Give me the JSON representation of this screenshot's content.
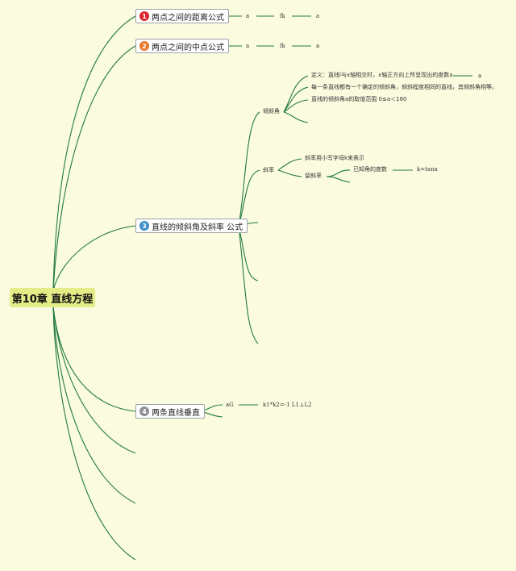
{
  "root": "第10章 直线方程",
  "topics": [
    {
      "num": "1",
      "label": "两点之间的距离公式",
      "color": "#d9282f",
      "chain": [
        "a",
        "fk",
        "a"
      ]
    },
    {
      "num": "2",
      "label": "两点之间的中点公式",
      "color": "#e8782a",
      "chain": [
        "a",
        "fk",
        "a"
      ]
    },
    {
      "num": "3",
      "label": "直线的倾斜角及斜率 公式",
      "color": "#3d8fc8"
    },
    {
      "num": "4",
      "label": "两条直线垂直",
      "color": "#8c8f93"
    }
  ],
  "slope_section": {
    "angle": {
      "label": "倾斜角",
      "items": [
        "定义：直线l与x轴相交时，x轴正方向上所呈现出的度数a",
        "每一条直线都有一个确定的倾斜角，倾斜程度相同的直线，其倾斜角相等。",
        "直线的倾斜角a的取值范围 0≤a＜180"
      ],
      "def_tail": "a"
    },
    "slope": {
      "label": "斜率",
      "items": [
        "斜率用小写字母k来表示",
        "留斜率"
      ],
      "known": "已知角的度数",
      "formula": "k=tana"
    }
  },
  "perp": {
    "child": "aG",
    "formula": "k1*k2=-1 L1⊥L2"
  }
}
